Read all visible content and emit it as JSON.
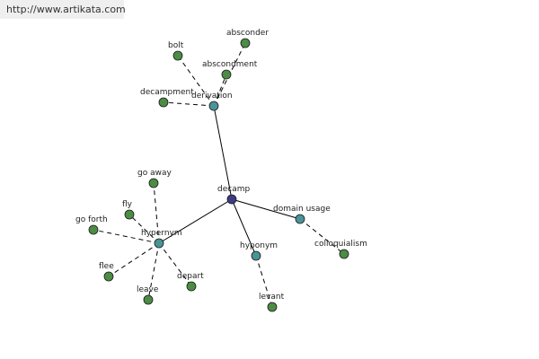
{
  "header": {
    "url": "http://www.artikata.com"
  },
  "colors": {
    "root": "#3c3c86",
    "relation": "#4a9497",
    "term": "#4c8c44"
  },
  "nodes": [
    {
      "id": "decamp",
      "label": "decamp",
      "kind": "root"
    },
    {
      "id": "derivation",
      "label": "derivation",
      "kind": "relation"
    },
    {
      "id": "hypernym",
      "label": "hypernym",
      "kind": "relation"
    },
    {
      "id": "hyponym",
      "label": "hyponym",
      "kind": "relation"
    },
    {
      "id": "domain-usage",
      "label": "domain usage",
      "kind": "relation"
    },
    {
      "id": "absconder",
      "label": "absconder",
      "kind": "term"
    },
    {
      "id": "bolt",
      "label": "bolt",
      "kind": "term"
    },
    {
      "id": "abscondment",
      "label": "abscondment",
      "kind": "term"
    },
    {
      "id": "decampment",
      "label": "decampment",
      "kind": "term"
    },
    {
      "id": "go-away",
      "label": "go away",
      "kind": "term"
    },
    {
      "id": "fly",
      "label": "fly",
      "kind": "term"
    },
    {
      "id": "go-forth",
      "label": "go forth",
      "kind": "term"
    },
    {
      "id": "flee",
      "label": "flee",
      "kind": "term"
    },
    {
      "id": "leave",
      "label": "leave",
      "kind": "term"
    },
    {
      "id": "depart",
      "label": "depart",
      "kind": "term"
    },
    {
      "id": "levant",
      "label": "levant",
      "kind": "term"
    },
    {
      "id": "colloquialism",
      "label": "colloquialism",
      "kind": "term"
    }
  ],
  "edges": [
    {
      "from": "decamp",
      "to": "derivation",
      "style": "solid"
    },
    {
      "from": "decamp",
      "to": "hypernym",
      "style": "solid"
    },
    {
      "from": "decamp",
      "to": "hyponym",
      "style": "solid"
    },
    {
      "from": "decamp",
      "to": "domain-usage",
      "style": "solid"
    },
    {
      "from": "derivation",
      "to": "absconder",
      "style": "dashed"
    },
    {
      "from": "derivation",
      "to": "bolt",
      "style": "dashed"
    },
    {
      "from": "derivation",
      "to": "abscondment",
      "style": "dashed"
    },
    {
      "from": "derivation",
      "to": "decampment",
      "style": "dashed"
    },
    {
      "from": "hypernym",
      "to": "go-away",
      "style": "dashed"
    },
    {
      "from": "hypernym",
      "to": "fly",
      "style": "dashed"
    },
    {
      "from": "hypernym",
      "to": "go-forth",
      "style": "dashed"
    },
    {
      "from": "hypernym",
      "to": "flee",
      "style": "dashed"
    },
    {
      "from": "hypernym",
      "to": "leave",
      "style": "dashed"
    },
    {
      "from": "hypernym",
      "to": "depart",
      "style": "dashed"
    },
    {
      "from": "hyponym",
      "to": "levant",
      "style": "dashed"
    },
    {
      "from": "domain-usage",
      "to": "colloquialism",
      "style": "dashed"
    }
  ]
}
